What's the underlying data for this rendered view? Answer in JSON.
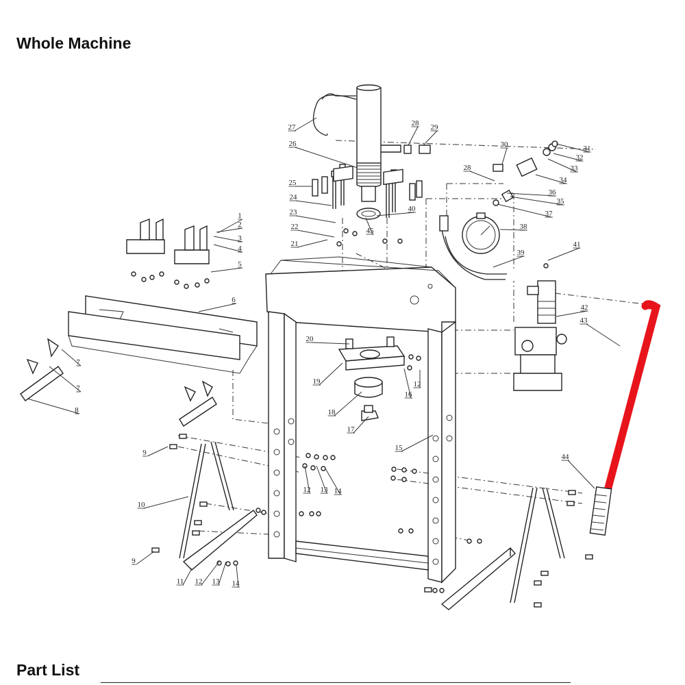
{
  "header": {
    "title": "Whole Machine"
  },
  "footer": {
    "title": "Part List"
  },
  "diagram": {
    "callouts": [
      "1",
      "2",
      "3",
      "4",
      "5",
      "6",
      "7",
      "7",
      "8",
      "9",
      "10",
      "9",
      "11",
      "12",
      "13",
      "14",
      "12",
      "13",
      "14",
      "15",
      "16",
      "12",
      "17",
      "18",
      "19",
      "20",
      "21",
      "22",
      "23",
      "24",
      "25",
      "26",
      "27",
      "28",
      "29",
      "28",
      "30",
      "31",
      "32",
      "33",
      "34",
      "35",
      "36",
      "37",
      "38",
      "39",
      "40",
      "41",
      "42",
      "43",
      "44",
      "45"
    ],
    "highlight_color": "#e8141c"
  }
}
